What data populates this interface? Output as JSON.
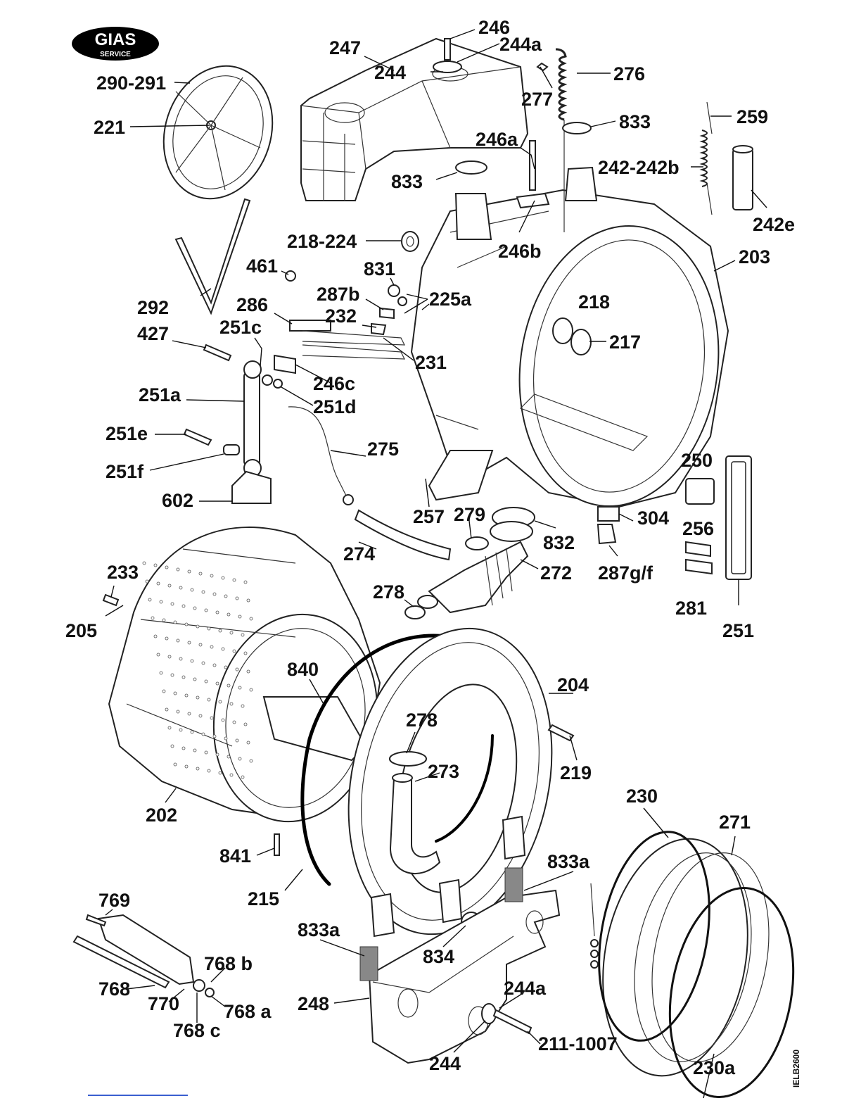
{
  "logo": {
    "name": "GIAS",
    "sub": "SERVICE"
  },
  "drawing_code": "IELB2600",
  "callouts": [
    {
      "id": "c-246",
      "text": "246"
    },
    {
      "id": "c-244a-top",
      "text": "244a"
    },
    {
      "id": "c-247",
      "text": "247"
    },
    {
      "id": "c-244-top",
      "text": "244"
    },
    {
      "id": "c-276",
      "text": "276"
    },
    {
      "id": "c-277",
      "text": "277"
    },
    {
      "id": "c-290-291",
      "text": "290-291"
    },
    {
      "id": "c-221",
      "text": "221"
    },
    {
      "id": "c-833-right",
      "text": "833"
    },
    {
      "id": "c-259",
      "text": "259"
    },
    {
      "id": "c-246a",
      "text": "246a"
    },
    {
      "id": "c-242-242b",
      "text": "242-242b"
    },
    {
      "id": "c-833-left",
      "text": "833"
    },
    {
      "id": "c-242e",
      "text": "242e"
    },
    {
      "id": "c-218-224",
      "text": "218-224"
    },
    {
      "id": "c-246b",
      "text": "246b"
    },
    {
      "id": "c-203",
      "text": "203"
    },
    {
      "id": "c-461",
      "text": "461"
    },
    {
      "id": "c-831",
      "text": "831"
    },
    {
      "id": "c-292",
      "text": "292"
    },
    {
      "id": "c-287b",
      "text": "287b"
    },
    {
      "id": "c-225a",
      "text": "225a"
    },
    {
      "id": "c-218",
      "text": "218"
    },
    {
      "id": "c-286",
      "text": "286"
    },
    {
      "id": "c-232",
      "text": "232"
    },
    {
      "id": "c-217",
      "text": "217"
    },
    {
      "id": "c-427",
      "text": "427"
    },
    {
      "id": "c-251c",
      "text": "251c"
    },
    {
      "id": "c-231",
      "text": "231"
    },
    {
      "id": "c-246c",
      "text": "246c"
    },
    {
      "id": "c-251a",
      "text": "251a"
    },
    {
      "id": "c-251d",
      "text": "251d"
    },
    {
      "id": "c-275",
      "text": "275"
    },
    {
      "id": "c-251e",
      "text": "251e"
    },
    {
      "id": "c-250",
      "text": "250"
    },
    {
      "id": "c-251f",
      "text": "251f"
    },
    {
      "id": "c-602",
      "text": "602"
    },
    {
      "id": "c-257",
      "text": "257"
    },
    {
      "id": "c-279",
      "text": "279"
    },
    {
      "id": "c-304",
      "text": "304"
    },
    {
      "id": "c-256",
      "text": "256"
    },
    {
      "id": "c-832",
      "text": "832"
    },
    {
      "id": "c-274",
      "text": "274"
    },
    {
      "id": "c-233",
      "text": "233"
    },
    {
      "id": "c-272",
      "text": "272"
    },
    {
      "id": "c-287gf",
      "text": "287g/f"
    },
    {
      "id": "c-278-top",
      "text": "278"
    },
    {
      "id": "c-281",
      "text": "281"
    },
    {
      "id": "c-205",
      "text": "205"
    },
    {
      "id": "c-251",
      "text": "251"
    },
    {
      "id": "c-840",
      "text": "840"
    },
    {
      "id": "c-204",
      "text": "204"
    },
    {
      "id": "c-278-mid",
      "text": "278"
    },
    {
      "id": "c-273",
      "text": "273"
    },
    {
      "id": "c-219",
      "text": "219"
    },
    {
      "id": "c-230",
      "text": "230"
    },
    {
      "id": "c-202",
      "text": "202"
    },
    {
      "id": "c-271",
      "text": "271"
    },
    {
      "id": "c-833a-right",
      "text": "833a"
    },
    {
      "id": "c-841",
      "text": "841"
    },
    {
      "id": "c-215",
      "text": "215"
    },
    {
      "id": "c-769",
      "text": "769"
    },
    {
      "id": "c-833a-left",
      "text": "833a"
    },
    {
      "id": "c-834",
      "text": "834"
    },
    {
      "id": "c-768b",
      "text": "768 b"
    },
    {
      "id": "c-768",
      "text": "768"
    },
    {
      "id": "c-244a-bottom",
      "text": "244a"
    },
    {
      "id": "c-770",
      "text": "770"
    },
    {
      "id": "c-768a",
      "text": "768 a"
    },
    {
      "id": "c-248",
      "text": "248"
    },
    {
      "id": "c-768c",
      "text": "768 c"
    },
    {
      "id": "c-211-1007",
      "text": "211-1007"
    },
    {
      "id": "c-244-bottom",
      "text": "244"
    },
    {
      "id": "c-230a",
      "text": "230a"
    }
  ]
}
